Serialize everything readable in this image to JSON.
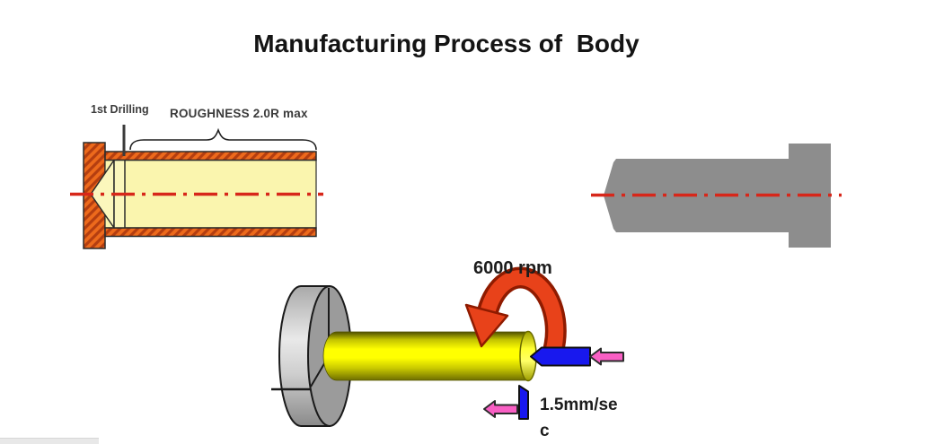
{
  "slide": {
    "title": "Manufacturing Process of  Body"
  },
  "cross_section_figure": {
    "drilling_label": "1st Drilling",
    "roughness_label": "ROUGHNESS 2.0R max"
  },
  "lathe_figure": {
    "rpm_label": "6000 rpm",
    "feed_rate_line1": "1.5mm/se",
    "feed_rate_line2": "c"
  },
  "colors": {
    "hatch_orange": "#ED6A1C",
    "hatch_stripe": "#B43E10",
    "bore_yellow": "#FAF5AE",
    "centerline_red": "#D7271A",
    "body_gray": "#8D8D8D",
    "workpiece_yellow": "#FFFF00",
    "rotation_arrow_red": "#E8421A",
    "tool_blue": "#1818EE",
    "feed_arrow_pink": "#F95FC4"
  }
}
